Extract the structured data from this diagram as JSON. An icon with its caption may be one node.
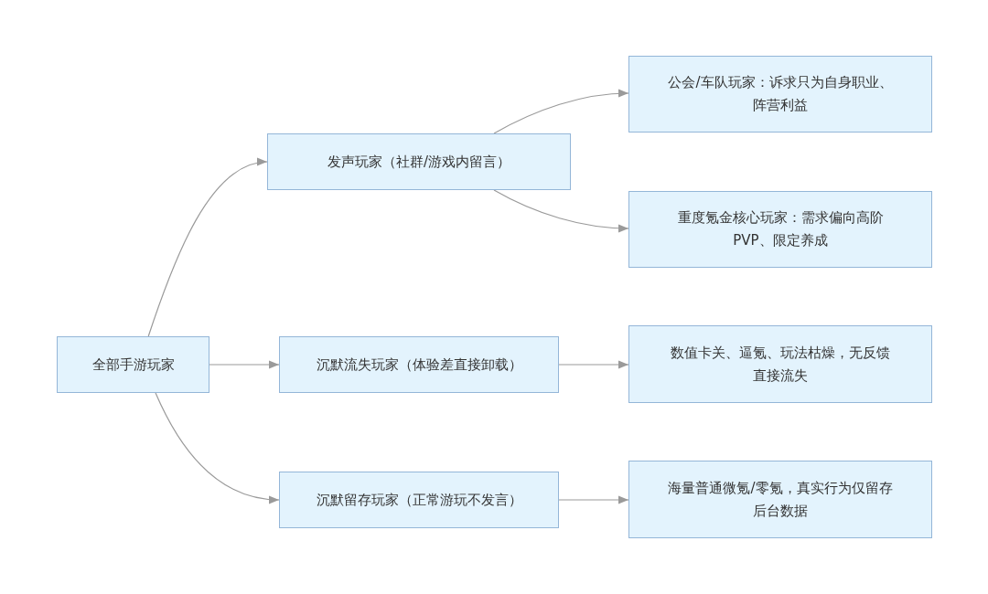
{
  "diagram": {
    "nodes": [
      {
        "text": [
          "全部手游玩家"
        ]
      },
      {
        "text": [
          "发声玩家（社群/游戏内留言）"
        ]
      },
      {
        "text": [
          "公会/车队玩家：诉求只为自身职业、阵营利益"
        ]
      },
      {
        "text": [
          "重度氪金核心玩家：需求偏向高阶PVP、限定养成"
        ]
      },
      {
        "text": [
          "沉默流失玩家（体验差直接卸载）"
        ]
      },
      {
        "text": [
          "数值卡关、逼氪、玩法枯燥，无反馈直接流失"
        ]
      },
      {
        "text": [
          "沉默留存玩家（正常游玩不发言）"
        ]
      },
      {
        "text": [
          "海量普通微氪/零氪，真实行为仅留存后台数据"
        ]
      }
    ],
    "edges": [
      {
        "from": 0,
        "to": 1,
        "arrow": "to"
      },
      {
        "from": 0,
        "to": 4,
        "arrow": "to"
      },
      {
        "from": 0,
        "to": 6,
        "arrow": "to"
      },
      {
        "from": 1,
        "to": 2,
        "arrow": "to"
      },
      {
        "from": 1,
        "to": 3,
        "arrow": "to"
      },
      {
        "from": 4,
        "to": 5,
        "arrow": "to"
      },
      {
        "from": 6,
        "to": 7,
        "arrow": "to"
      }
    ]
  }
}
